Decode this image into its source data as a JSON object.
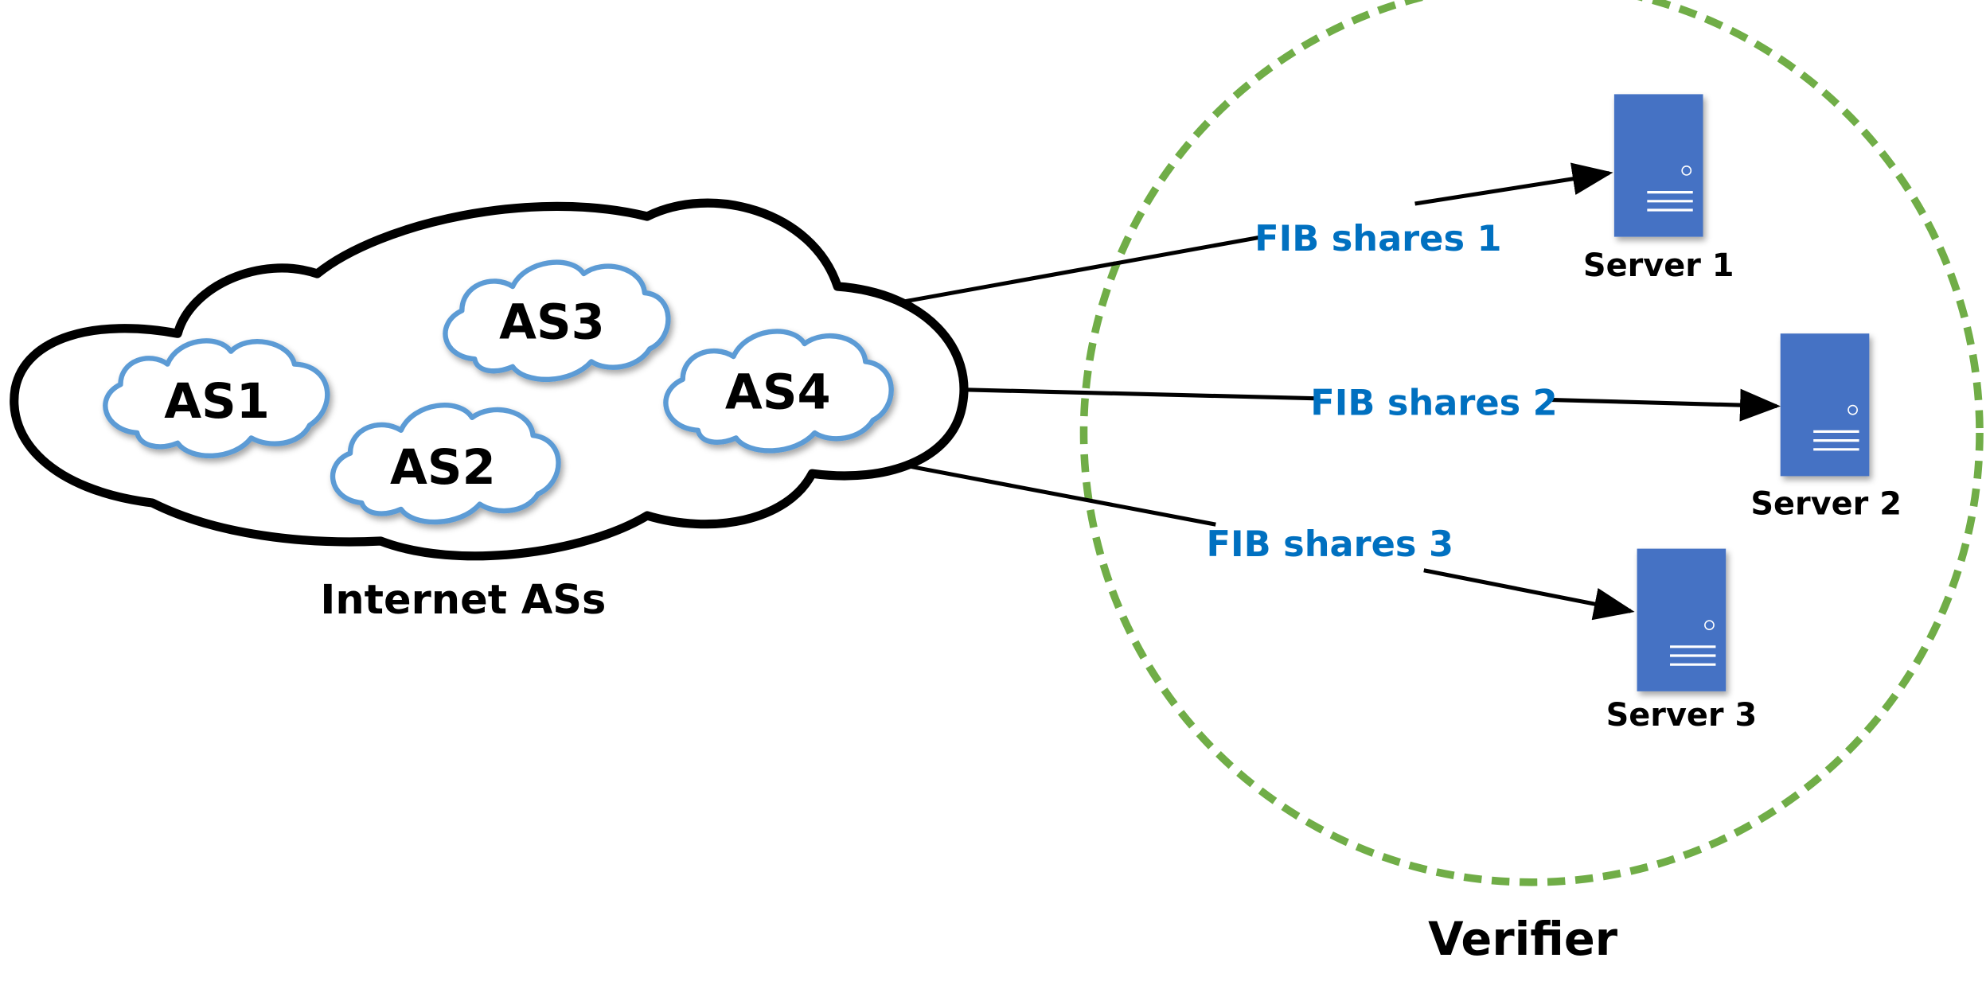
{
  "colors": {
    "as_cloud_stroke": "#5b9bd5",
    "share_label": "#0070c0",
    "server_fill": "#4472c4",
    "verifier_circle": "#70ad47"
  },
  "network": {
    "title": "Internet ASs",
    "ases": [
      {
        "label": "AS1"
      },
      {
        "label": "AS2"
      },
      {
        "label": "AS3"
      },
      {
        "label": "AS4"
      }
    ]
  },
  "verifier": {
    "title": "Verifier",
    "servers": [
      {
        "label": "Server 1",
        "icon": "server-icon"
      },
      {
        "label": "Server 2",
        "icon": "server-icon"
      },
      {
        "label": "Server 3",
        "icon": "server-icon"
      }
    ]
  },
  "flows": [
    {
      "label": "FIB shares 1",
      "target": "Server 1"
    },
    {
      "label": "FIB shares 2",
      "target": "Server 2"
    },
    {
      "label": "FIB shares 3",
      "target": "Server 3"
    }
  ]
}
